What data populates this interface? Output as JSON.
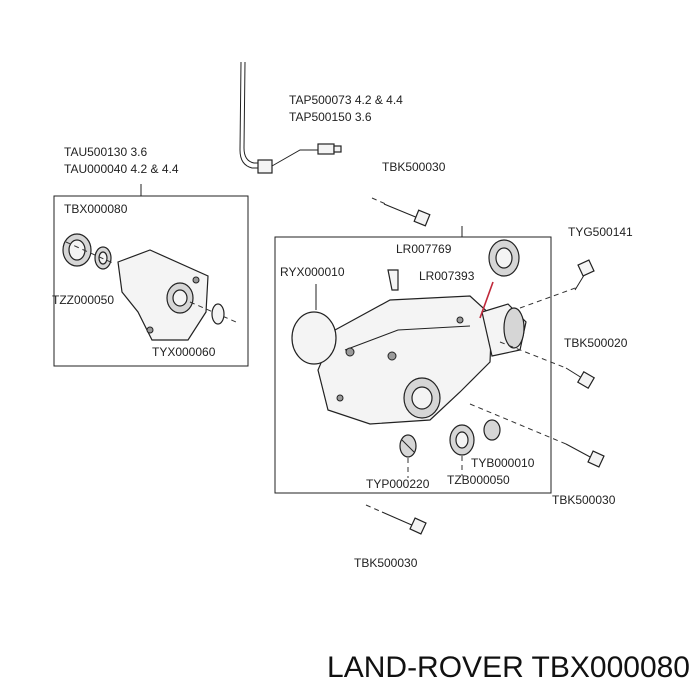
{
  "labels": {
    "tap_1": "TAP500073 4.2 & 4.4",
    "tap_2": "TAP500150 3.6",
    "tau_1": "TAU500130 3.6",
    "tau_2": "TAU000040 4.2 & 4.4",
    "tbx": "TBX000080",
    "tzz": "TZZ000050",
    "tyx": "TYX000060",
    "tbk_top": "TBK500030",
    "lr_seal": "LR007769",
    "lr_clip": "LR007393",
    "ryx": "RYX000010",
    "tyg": "TYG500141",
    "tbk_mid": "TBK500020",
    "tyb": "TYB000010",
    "typ": "TYP000220",
    "tzb": "TZB000050",
    "tbk_right": "TBK500030",
    "tbk_bottom": "TBK500030"
  },
  "caption": "LAND-ROVER TBX000080"
}
